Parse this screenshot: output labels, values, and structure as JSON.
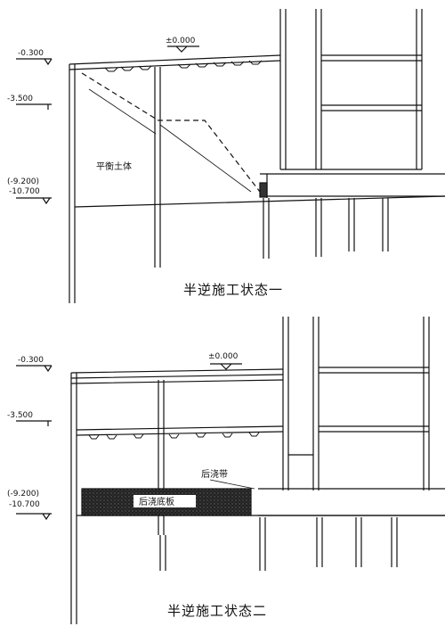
{
  "diagram_1": {
    "levels": {
      "zero": "±0.000",
      "l1": "-0.300",
      "l2": "-3.500",
      "l3a": "(-9.200)",
      "l3b": "-10.700"
    },
    "soil_label": "平衡土体",
    "caption": "半逆施工状态一"
  },
  "diagram_2": {
    "levels": {
      "zero": "±0.000",
      "l1": "-0.300",
      "l2": "-3.500",
      "l3a": "(-9.200)",
      "l3b": "-10.700"
    },
    "post_strip_label": "后浇带",
    "post_slab_label": "后浇底板",
    "caption": "半逆施工状态二"
  },
  "colors": {
    "ink": "#111111",
    "paper": "#ffffff"
  }
}
